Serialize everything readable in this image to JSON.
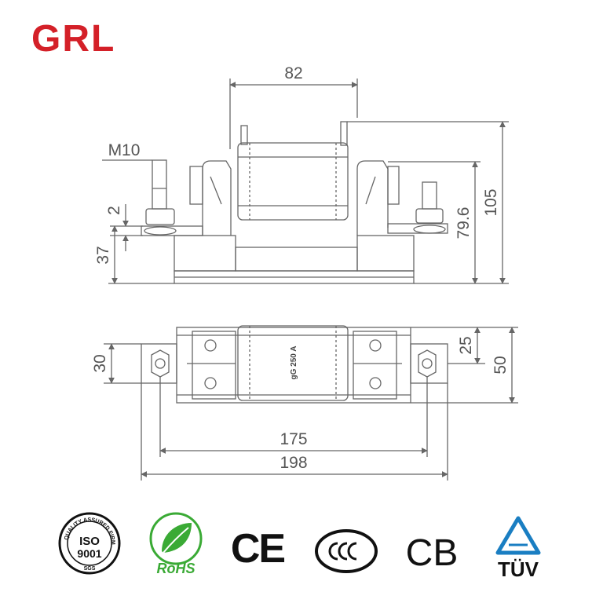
{
  "brand": {
    "logo": "GRL",
    "color": "#d42028"
  },
  "drawing": {
    "line_color": "#666666",
    "side_view": {
      "width": "82",
      "thread": "M10",
      "washer": "2",
      "base_height": "37",
      "contact_height": "79.6",
      "total_height": "105"
    },
    "top_view": {
      "fuse_label": "gG 250 A",
      "depth_left": "30",
      "half_depth": "25",
      "depth": "50",
      "hole_spacing": "175",
      "total_length": "198"
    }
  },
  "certifications": [
    {
      "name": "iso-9001",
      "title": "ISO",
      "subtitle": "9001",
      "ring_text": "QUALITY ASSURED FIRM",
      "mark": "SGS"
    },
    {
      "name": "rohs",
      "title": "RoHS",
      "color": "#3aaa35"
    },
    {
      "name": "ce",
      "title": "CE"
    },
    {
      "name": "ccc",
      "title": "CCC"
    },
    {
      "name": "cb",
      "title": "CB"
    },
    {
      "name": "tuv",
      "title": "TÜV",
      "color": "#1a7ec2"
    }
  ]
}
